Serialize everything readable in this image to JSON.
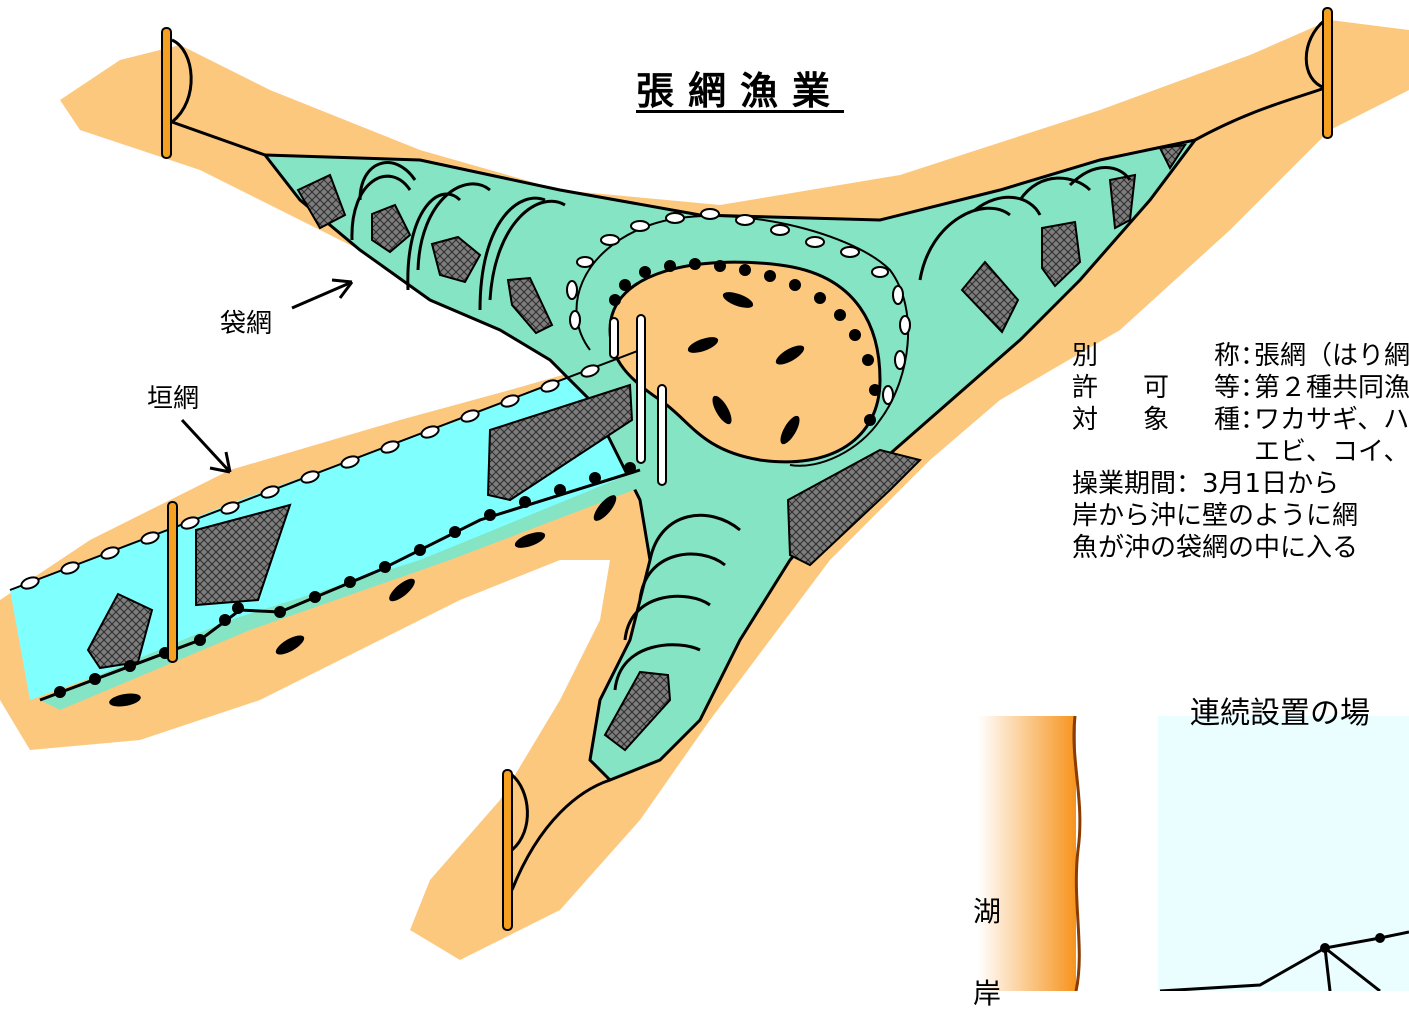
{
  "title": "張網漁業",
  "labels": {
    "fukuro_ami": "袋網",
    "kaki_ami": "垣網"
  },
  "info": {
    "rows": [
      {
        "key": "別称",
        "value": "張網（はり網"
      },
      {
        "key": "許可等",
        "value": "第２種共同漁"
      },
      {
        "key": "対象種",
        "value": "ワカサギ、ハ"
      }
    ],
    "target_cont": "エビ、コイ、",
    "season_line": "操業期間：3月1日から",
    "desc_line1": "岸から沖に壁のように網",
    "desc_line2": "魚が沖の袋網の中に入る"
  },
  "inset": {
    "title": "連続設置の場",
    "shore_label_1": "湖",
    "shore_label_2": "岸"
  },
  "colors": {
    "sand": "#fcc87e",
    "net_green": "#84e4c4",
    "shallow_cyan": "#80ffff",
    "pole": "#f4a020",
    "mesh_gray": "#7a7a7a"
  }
}
